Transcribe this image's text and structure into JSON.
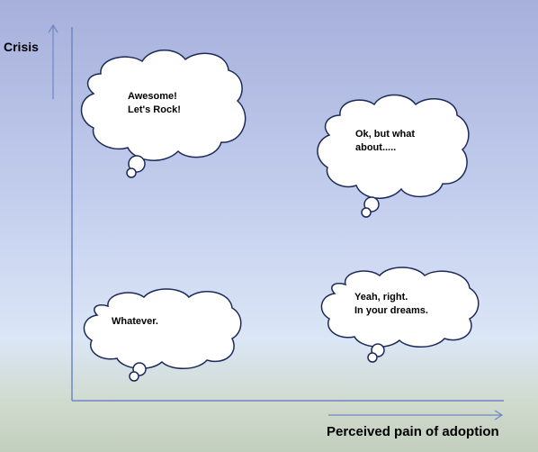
{
  "axes": {
    "y_label": "Crisis",
    "x_label": "Perceived pain of adoption"
  },
  "bubbles": [
    {
      "lines": [
        "Awesome!",
        "Let's Rock!"
      ]
    },
    {
      "lines": [
        "Ok, but what",
        "about....."
      ]
    },
    {
      "lines": [
        "Whatever."
      ]
    },
    {
      "lines": [
        "Yeah, right.",
        "In your dreams."
      ]
    }
  ],
  "colors": {
    "axis": "#6f86c2",
    "bubble_fill": "#ffffff",
    "bubble_stroke": "#1c2a5a"
  }
}
